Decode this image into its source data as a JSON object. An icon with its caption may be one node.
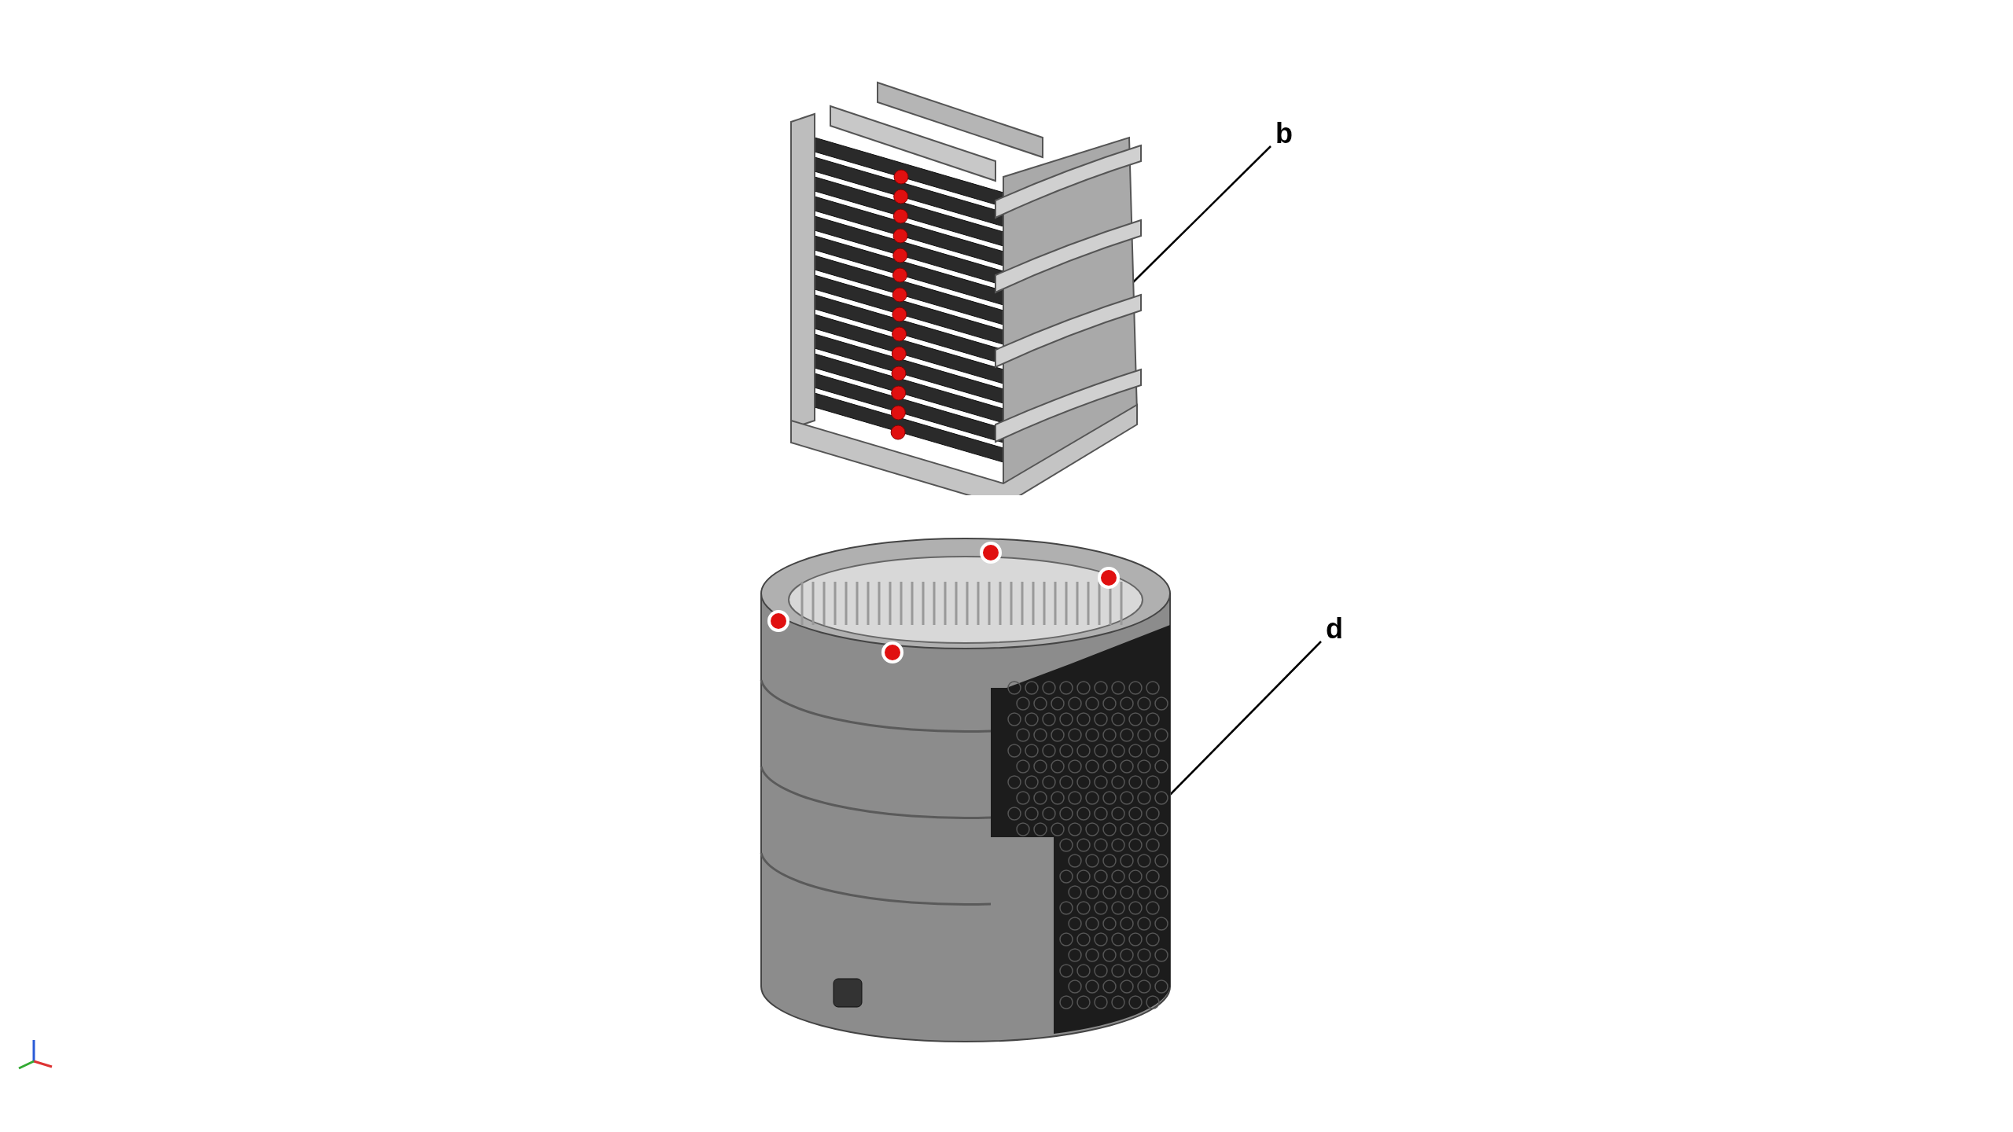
{
  "diagram": {
    "nodes": [
      {
        "text": [
          "b"
        ]
      },
      {
        "text": [],
        "shape": "picture"
      },
      {
        "text": [
          "d"
        ]
      },
      {
        "text": [],
        "shape": "picture"
      }
    ],
    "edges": [
      {
        "from": 0,
        "to": 1,
        "arrow": "none"
      },
      {
        "from": 2,
        "to": 3,
        "arrow": "none"
      }
    ]
  }
}
